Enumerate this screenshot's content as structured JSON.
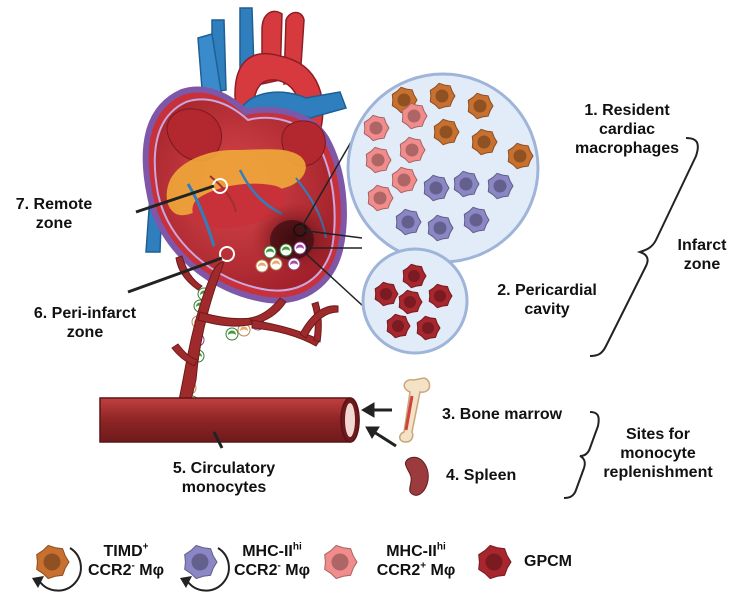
{
  "labels": {
    "resident": [
      "1. Resident",
      "cardiac",
      "macrophages"
    ],
    "infarct_zone": [
      "Infarct",
      "zone"
    ],
    "pericardial": [
      "2. Pericardial",
      "cavity"
    ],
    "bone_marrow": "3. Bone marrow",
    "spleen": "4. Spleen",
    "sites": [
      "Sites for",
      "monocyte",
      "replenishment"
    ],
    "circulatory": [
      "5. Circulatory",
      "monocytes"
    ],
    "peri_infarct": [
      "6. Peri-infarct",
      "zone"
    ],
    "remote": [
      "7. Remote",
      "zone"
    ]
  },
  "legend": {
    "timd": {
      "line1_main": "TIMD",
      "line1_sup": "+",
      "line2_a": "CCR2",
      "line2_sup": "-",
      "line2_b": " Mφ"
    },
    "mhc_neg": {
      "line1_main": "MHC-II",
      "line1_sup": "hi",
      "line2_a": "CCR2",
      "line2_sup": "-",
      "line2_b": " Mφ"
    },
    "mhc_pos": {
      "line1_main": "MHC-II",
      "line1_sup": "hi",
      "line2_a": "CCR2",
      "line2_sup": "+",
      "line2_b": " Mφ"
    },
    "gpcm": {
      "label": "GPCM"
    }
  },
  "colors": {
    "timd": "#c8702f",
    "mhc_neg": "#8b86c4",
    "mhc_pos": "#f08c8c",
    "gpcm": "#a8262e",
    "heart": "#c8313a",
    "aorta": "#d63a3f",
    "vein": "#2f7fbf",
    "vessel": "#9e2a2b",
    "monocyte_green": "#3f9b3a",
    "monocyte_purple": "#a64ca6",
    "monocyte_peach": "#e8a868"
  }
}
